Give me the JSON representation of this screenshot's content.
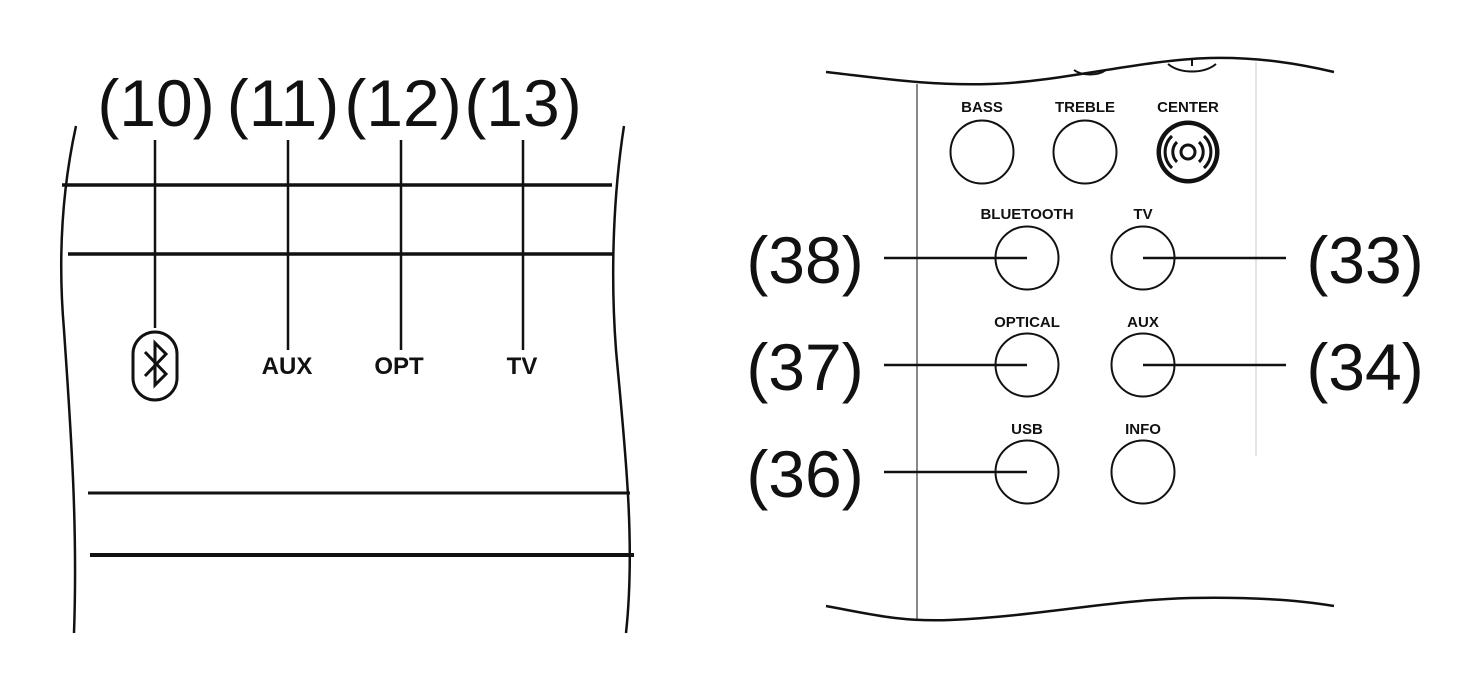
{
  "soundbar_panel": {
    "callouts": [
      "(10)",
      "(11)",
      "(12)",
      "(13)"
    ],
    "indicator_labels": {
      "bluetooth_icon": "bluetooth-icon",
      "aux": "AUX",
      "opt": "OPT",
      "tv": "TV"
    }
  },
  "remote": {
    "top_row": {
      "bass": "BASS",
      "treble": "TREBLE",
      "center": "CENTER",
      "center_icon": "surround-sound-icon"
    },
    "buttons": {
      "bluetooth": "BLUETOOTH",
      "tv": "TV",
      "optical": "OPTICAL",
      "aux": "AUX",
      "usb": "USB",
      "info": "INFO"
    },
    "callouts": {
      "bluetooth": "(38)",
      "tv": "(33)",
      "optical": "(37)",
      "aux": "(34)",
      "usb": "(36)"
    }
  }
}
